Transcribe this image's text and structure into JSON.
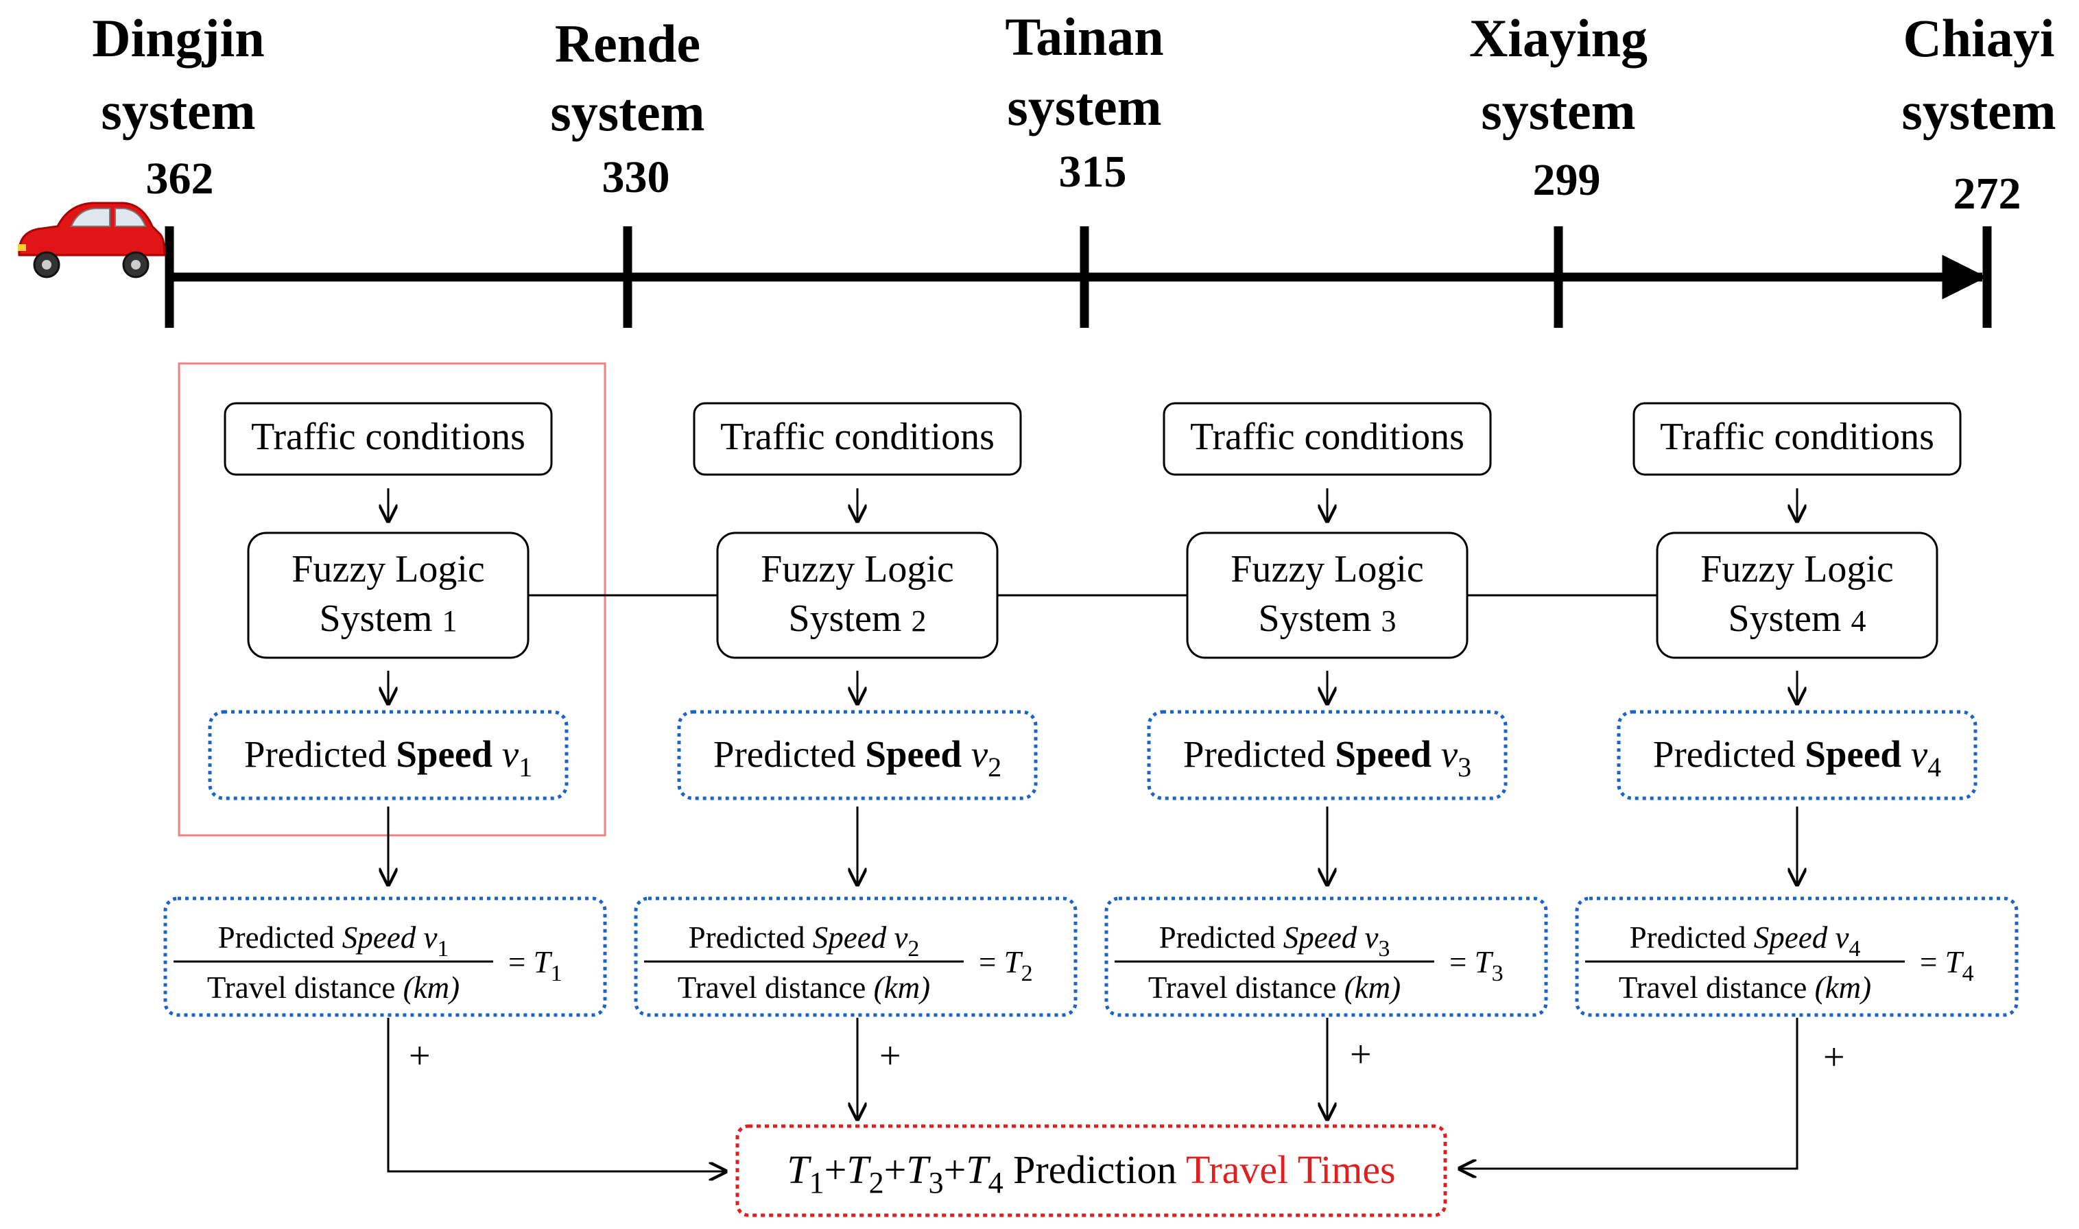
{
  "stations": [
    {
      "name": "Dingjin",
      "line2": "system",
      "km": "362"
    },
    {
      "name": "Rende",
      "line2": "system",
      "km": "330"
    },
    {
      "name": "Tainan",
      "line2": "system",
      "km": "315"
    },
    {
      "name": "Xiaying",
      "line2": "system",
      "km": "299"
    },
    {
      "name": "Chiayi",
      "line2": "system",
      "km": "272"
    }
  ],
  "segments": [
    {
      "traffic": "Traffic conditions",
      "fls_line1": "Fuzzy Logic",
      "fls_line2": "System",
      "fls_num": "1",
      "pred_prefix": "Predicted ",
      "pred_bold": "Speed",
      "pred_var": "v",
      "pred_sub": "1",
      "frac_num_prefix": "Predicted ",
      "frac_num_italic": "Speed v",
      "frac_num_sub": "1",
      "frac_den_prefix": "Travel distance ",
      "frac_den_italic": "(km)",
      "eq": "=",
      "t_var": "T",
      "t_sub": "1",
      "plus": "+"
    },
    {
      "traffic": "Traffic conditions",
      "fls_line1": "Fuzzy Logic",
      "fls_line2": "System",
      "fls_num": "2",
      "pred_prefix": "Predicted ",
      "pred_bold": "Speed",
      "pred_var": "v",
      "pred_sub": "2",
      "frac_num_prefix": "Predicted ",
      "frac_num_italic": "Speed v",
      "frac_num_sub": "2",
      "frac_den_prefix": "Travel distance ",
      "frac_den_italic": "(km)",
      "eq": "=",
      "t_var": "T",
      "t_sub": "2",
      "plus": "+"
    },
    {
      "traffic": "Traffic conditions",
      "fls_line1": "Fuzzy Logic",
      "fls_line2": "System",
      "fls_num": "3",
      "pred_prefix": "Predicted ",
      "pred_bold": "Speed",
      "pred_var": "v",
      "pred_sub": "3",
      "frac_num_prefix": "Predicted ",
      "frac_num_italic": "Speed v",
      "frac_num_sub": "3",
      "frac_den_prefix": "Travel distance ",
      "frac_den_italic": "(km)",
      "eq": "=",
      "t_var": "T",
      "t_sub": "3",
      "plus": "+"
    },
    {
      "traffic": "Traffic conditions",
      "fls_line1": "Fuzzy Logic",
      "fls_line2": "System",
      "fls_num": "4",
      "pred_prefix": "Predicted ",
      "pred_bold": "Speed",
      "pred_var": "v",
      "pred_sub": "4",
      "frac_num_prefix": "Predicted ",
      "frac_num_italic": "Speed v",
      "frac_num_sub": "4",
      "frac_den_prefix": "Travel distance ",
      "frac_den_italic": "(km)",
      "eq": "=",
      "t_var": "T",
      "t_sub": "4",
      "plus": "+"
    }
  ],
  "total": {
    "t_var": "T",
    "subs": [
      "1",
      "2",
      "3",
      "4"
    ],
    "plus_sign": "+",
    "prefix": " Prediction ",
    "highlight": "Travel Times"
  },
  "colors": {
    "line": "#000000",
    "car": "#e01515",
    "highlight_box": "#f08080",
    "dotted_blue": "#1a63c9",
    "dotted_red": "#e02020",
    "travel_times_text": "#e02020"
  },
  "icons": [
    "car-icon"
  ]
}
